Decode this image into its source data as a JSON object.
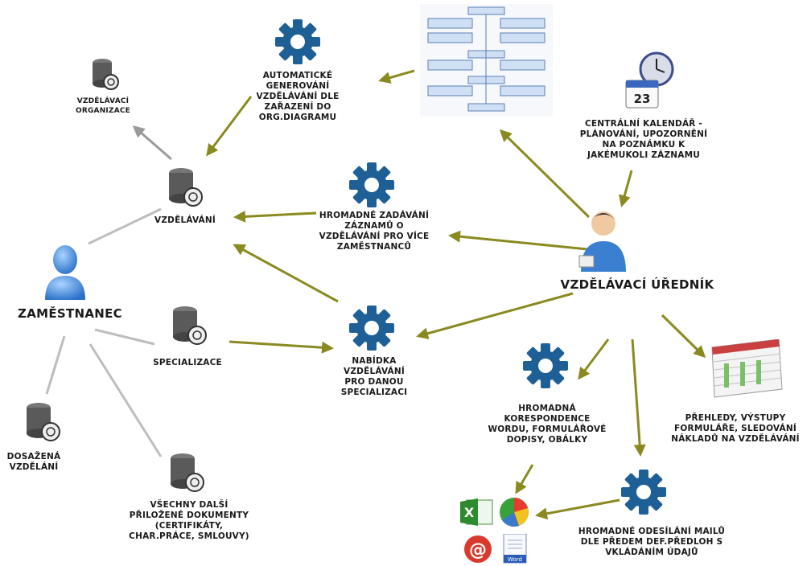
{
  "nodes": {
    "zamestnanec": "ZAMĚSTNANEC",
    "urednik": "VZDĚLÁVACÍ ÚŘEDNÍK",
    "vzdelavaci_organizace": "VZDĚLÁVACÍ\nORGANIZACE",
    "vzdelavani": "VZDĚLÁVÁNÍ",
    "specializace": "SPECIALIZACE",
    "dosazena": "DOSAŽENÁ\nVZDĚLÁNÍ",
    "dokumenty": "VŠECHNY DALŠÍ\nPŘILOŽENÉ DOKUMENTY\n(CERTIFIKÁTY,\nCHAR.PRÁCE, SMLOUVY)",
    "auto_gen": "AUTOMATICKÉ\nGENEROVÁNÍ\nVZDĚLÁVÁNÍ DLE\nZAŘAZENÍ DO\nORG.DIAGRAMU",
    "kalendar": "CENTRÁLNÍ KALENDÁŘ -\nPLÁNOVÁNÍ, UPOZORNĚNÍ\nNA POZNÁMKU K\nJAKÉMUKOLI ZÁZNAMU",
    "hromadne_zadavani": "HROMADNÉ ZADÁVÁNÍ\nZÁZNAMŮ O\nVZDĚLÁVÁNÍ PRO VÍCE\nZAMĚSTNANCŮ",
    "nabidka": "NABÍDKA\nVZDĚLÁVÁNÍ\nPRO DANOU\nSPECIALIZACI",
    "korespondence": "HROMADNÁ\nKORESPONDENCE\nWORDU, FORMULÁŘOVÉ\nDOPISY, OBÁLKY",
    "prehledy": "PŘEHLEDY, VÝSTUPY\nFORMULÁŘE, SLEDOVÁNÍ\nNÁKLADŮ NA VZDĚLÁVÁNÍ",
    "maily": "HROMADNÉ ODESÍLÁNÍ MAILŮ\nDLE PŘEDEM DEF.PŘEDLOH S\nVKLÁDÁNÍM ÚDAJŮ"
  },
  "calendar_day": "23",
  "word_label": "Word",
  "at_symbol": "@",
  "colors": {
    "arrow": "#8a8a20",
    "gray_line": "#b8b8b8",
    "gear": "#1e5f96",
    "person": "#3a7fd0"
  },
  "icons": [
    "database-icon",
    "gear-icon",
    "person-icon",
    "calendar-clock-icon",
    "org-chart-icon",
    "spreadsheet-icon",
    "excel-icon",
    "pie-chart-icon",
    "email-icon",
    "word-doc-icon"
  ]
}
